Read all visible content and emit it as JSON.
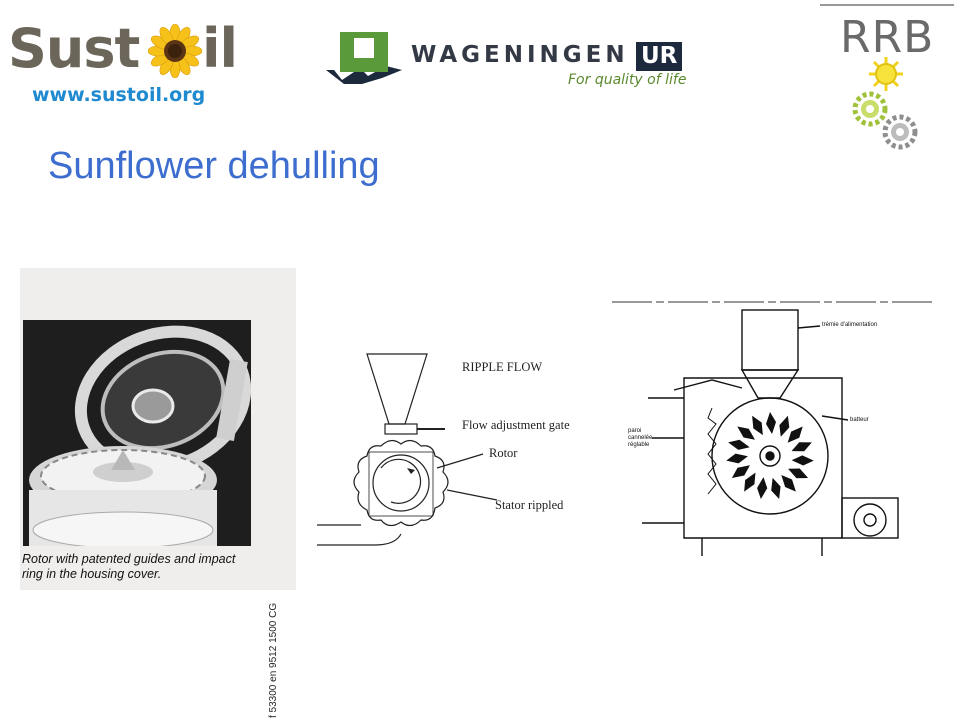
{
  "logos": {
    "sustoil": {
      "text": "Sustoil",
      "prefix": "Sust",
      "suffix": "il",
      "url": "www.sustoil.org"
    },
    "wageningen": {
      "name": "WAGENINGEN",
      "ur": "UR",
      "tagline": "For quality of life"
    },
    "rrb": {
      "text": "RRB"
    }
  },
  "slide": {
    "title": "Sunflower dehulling"
  },
  "photo": {
    "caption_line1": "Rotor with patented guides and impact",
    "caption_line2": "ring in the housing cover.",
    "code": "f 53300 en 9512 1500 CG"
  },
  "diagram": {
    "labels": {
      "ripple_flow": "RIPPLE FLOW",
      "flow_gate": "Flow adjustment gate",
      "rotor": "Rotor",
      "stator": "Stator rippled"
    }
  },
  "machine": {
    "labels": {
      "hopper": "trémie d'alimentation",
      "beater": "batteur",
      "panel_l1": "paroi",
      "panel_l2": "cannelée",
      "panel_l3": "réglable"
    }
  },
  "colors": {
    "title": "#3d6ecf",
    "url": "#1f8ad0",
    "sustoil_grey": "#6b6659",
    "wur_green": "#5a9a3a",
    "wur_navy": "#1d2a3d"
  }
}
